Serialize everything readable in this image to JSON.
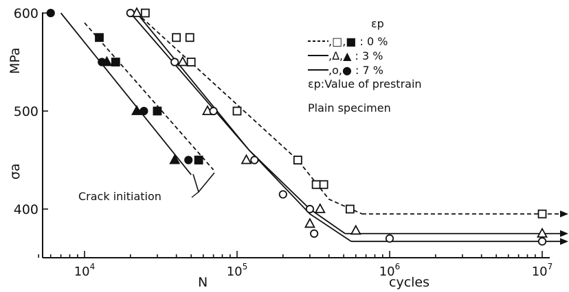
{
  "chart_data": {
    "type": "scatter",
    "xscale": "log",
    "xlim": [
      5000,
      10000000
    ],
    "ylim": [
      350,
      600
    ],
    "yticks": [
      400,
      500,
      600
    ],
    "xticks": [
      {
        "value": 10000,
        "base": "10",
        "exp": "4"
      },
      {
        "value": 100000,
        "base": "10",
        "exp": "5"
      },
      {
        "value": 1000000,
        "base": "10",
        "exp": "6"
      },
      {
        "value": 10000000,
        "base": "10",
        "exp": "7"
      }
    ],
    "ylabel_top": "MPa",
    "ylabel_symbol": "σa",
    "xlabel_symbol": "N",
    "xlabel_unit": "cycles",
    "legend": {
      "title": "εp",
      "entries": [
        {
          "label": ",□,■ : 0 %",
          "line": "dashed"
        },
        {
          "label": ",Δ,▲ : 3 %",
          "line": "solid"
        },
        {
          "label": ",o,● : 7 %",
          "line": "solid"
        }
      ],
      "note": "εp:Value of prestrain",
      "specimen": "Plain specimen"
    },
    "annotation": "Crack initiation",
    "series": [
      {
        "marker": "square-filled",
        "group": "crack initiation",
        "points": [
          [
            12500,
            575
          ],
          [
            16000,
            550
          ],
          [
            30000,
            500
          ],
          [
            56000,
            450
          ]
        ]
      },
      {
        "marker": "triangle-filled",
        "group": "crack initiation",
        "points": [
          [
            14000,
            550
          ],
          [
            22000,
            500
          ],
          [
            39000,
            450
          ]
        ]
      },
      {
        "marker": "circle-filled",
        "group": "crack initiation",
        "points": [
          [
            6000,
            600
          ],
          [
            13000,
            550
          ],
          [
            24500,
            500
          ],
          [
            48000,
            450
          ]
        ]
      },
      {
        "marker": "square-open",
        "group": "failure",
        "points": [
          [
            25000,
            600
          ],
          [
            40000,
            575
          ],
          [
            49000,
            575
          ],
          [
            50000,
            550
          ],
          [
            100000,
            500
          ],
          [
            250000,
            450
          ],
          [
            330000,
            425
          ],
          [
            370000,
            425
          ],
          [
            550000,
            400
          ],
          [
            10000000,
            395
          ]
        ]
      },
      {
        "marker": "triangle-open",
        "group": "failure",
        "points": [
          [
            22000,
            600
          ],
          [
            44000,
            550
          ],
          [
            64000,
            500
          ],
          [
            115000,
            450
          ],
          [
            300000,
            385
          ],
          [
            350000,
            400
          ],
          [
            600000,
            378
          ],
          [
            10000000,
            375
          ]
        ]
      },
      {
        "marker": "circle-open",
        "group": "failure",
        "points": [
          [
            20000,
            600
          ],
          [
            39000,
            550
          ],
          [
            70000,
            500
          ],
          [
            130000,
            450
          ],
          [
            200000,
            415
          ],
          [
            300000,
            400
          ],
          [
            320000,
            375
          ],
          [
            1000000,
            370
          ],
          [
            10000000,
            367
          ]
        ]
      }
    ],
    "runouts": [
      {
        "style": "dashed",
        "y": 395,
        "xfrom": 660000,
        "xto": 10000000
      },
      {
        "style": "solid",
        "y": 375,
        "xfrom": 510000,
        "xto": 10000000
      },
      {
        "style": "solid",
        "y": 367,
        "xfrom": 560000,
        "xto": 10000000
      }
    ],
    "curves": [
      {
        "style": "dashed",
        "group": "failure",
        "points": [
          [
            22000,
            600
          ],
          [
            250000,
            450
          ],
          [
            400000,
            410
          ],
          [
            660000,
            395
          ]
        ]
      },
      {
        "style": "solid",
        "group": "failure",
        "points": [
          [
            22000,
            600
          ],
          [
            120000,
            460
          ],
          [
            300000,
            400
          ],
          [
            510000,
            375
          ]
        ]
      },
      {
        "style": "solid",
        "group": "failure",
        "points": [
          [
            20000,
            600
          ],
          [
            120000,
            460
          ],
          [
            300000,
            395
          ],
          [
            560000,
            367
          ]
        ]
      },
      {
        "style": "dashed",
        "group": "crack initiation",
        "points": [
          [
            10000,
            590
          ],
          [
            70000,
            440
          ]
        ]
      },
      {
        "style": "solid",
        "group": "crack initiation",
        "points": [
          [
            7000,
            600
          ],
          [
            50000,
            435
          ]
        ]
      }
    ]
  }
}
